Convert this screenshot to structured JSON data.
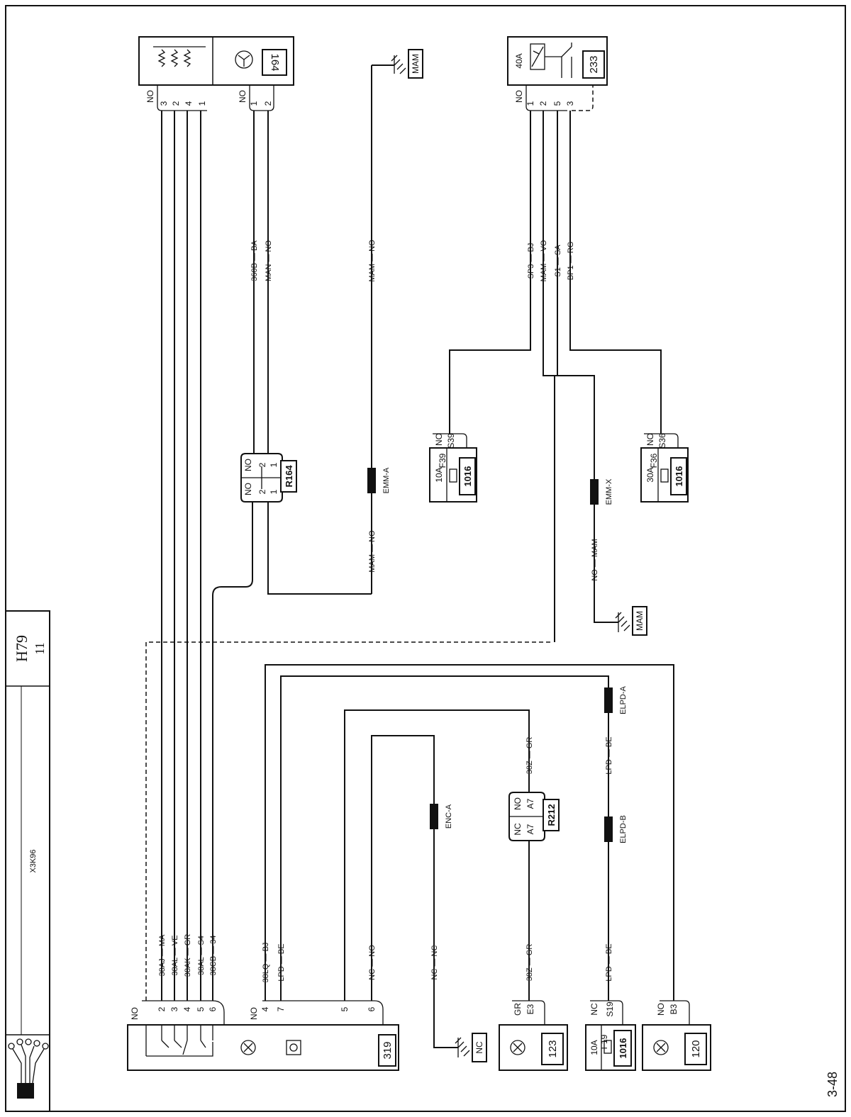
{
  "title_block": {
    "sheet_code": "H79",
    "sheet_index": "11",
    "vertical_label": "X3K96",
    "page_number": "3-48"
  },
  "components": {
    "c164": {
      "code": "164",
      "connector": "NO",
      "pins": [
        "1",
        "2"
      ]
    },
    "c164_bank": {
      "connector": "NO",
      "pins": [
        "3",
        "2",
        "4",
        "1"
      ]
    },
    "c233": {
      "code": "233",
      "rating": "40A",
      "connector": "NO",
      "pins": [
        "1",
        "2",
        "5",
        "3"
      ]
    },
    "r164": {
      "code": "R164",
      "left_conn": "NO",
      "right_conn": "NO",
      "left_pins": [
        "2",
        "1"
      ],
      "right_pins": [
        "2",
        "1"
      ]
    },
    "s39": {
      "code": "1016",
      "rating": "10A",
      "fuse": "F39",
      "connector": "NO",
      "pin": "S39"
    },
    "s36": {
      "code": "1016",
      "rating": "30A",
      "fuse": "F36",
      "connector": "NO",
      "pin": "S36"
    },
    "c319": {
      "code": "319",
      "connector_a": "NO",
      "connector_b": "NO",
      "pins_a": [
        "2",
        "3",
        "4",
        "5",
        "6"
      ],
      "pins_b": [
        "4",
        "7"
      ],
      "pins_c": [
        "5",
        "6"
      ]
    },
    "c123": {
      "code": "123",
      "connector": "GR",
      "pin": "E3"
    },
    "s19": {
      "code": "1016",
      "rating": "10A",
      "fuse": "F19",
      "connector": "NC",
      "pin": "S19"
    },
    "c120": {
      "code": "120",
      "connector": "NO",
      "pin": "B3"
    },
    "r212": {
      "code": "R212",
      "left_conn": "NC",
      "right_conn": "NO",
      "left_pin": "A7",
      "right_pin": "A7"
    },
    "ground_mam_top": {
      "code": "MAM"
    },
    "ground_mam_mid": {
      "code": "MAM"
    },
    "ground_nc": {
      "code": "NC"
    }
  },
  "wire_labels": {
    "w_38aj": "38AJ — MA",
    "w_38al": "38AL — VE",
    "w_38ak": "38AK — GR",
    "w_38al2": "38AL — S4",
    "w_38cb": "38CB — 34",
    "w_360b": "360B — BA",
    "w_man_no": "MAN — NO",
    "w_mam_no_top": "MAM — NO",
    "w_mam_no_r164": "MAM — NO",
    "w_sp3": "SP3 — BJ",
    "w_mam_vo": "MAM — VO",
    "w_s1": "S1 — SA",
    "w_bp1": "BP1 — RG",
    "w_no_mam": "NO — MAM",
    "w_38lq": "38LQ — BJ",
    "w_lpd": "LPD — BE",
    "w_nc_no": "NC — NO",
    "w_nc_nc": "NC — NC",
    "w_38z_a": "38Z — GR",
    "w_38z_b": "38Z — GR",
    "w_lpd_b": "LPD — BE",
    "w_lpd_c": "LPD — BE"
  },
  "splices": {
    "emm_a": "EMM-A",
    "emm_x": "EMM-X",
    "enc_a": "ENC-A",
    "elpd_a": "ELPD-A",
    "elpd_b": "ELPD-B"
  }
}
